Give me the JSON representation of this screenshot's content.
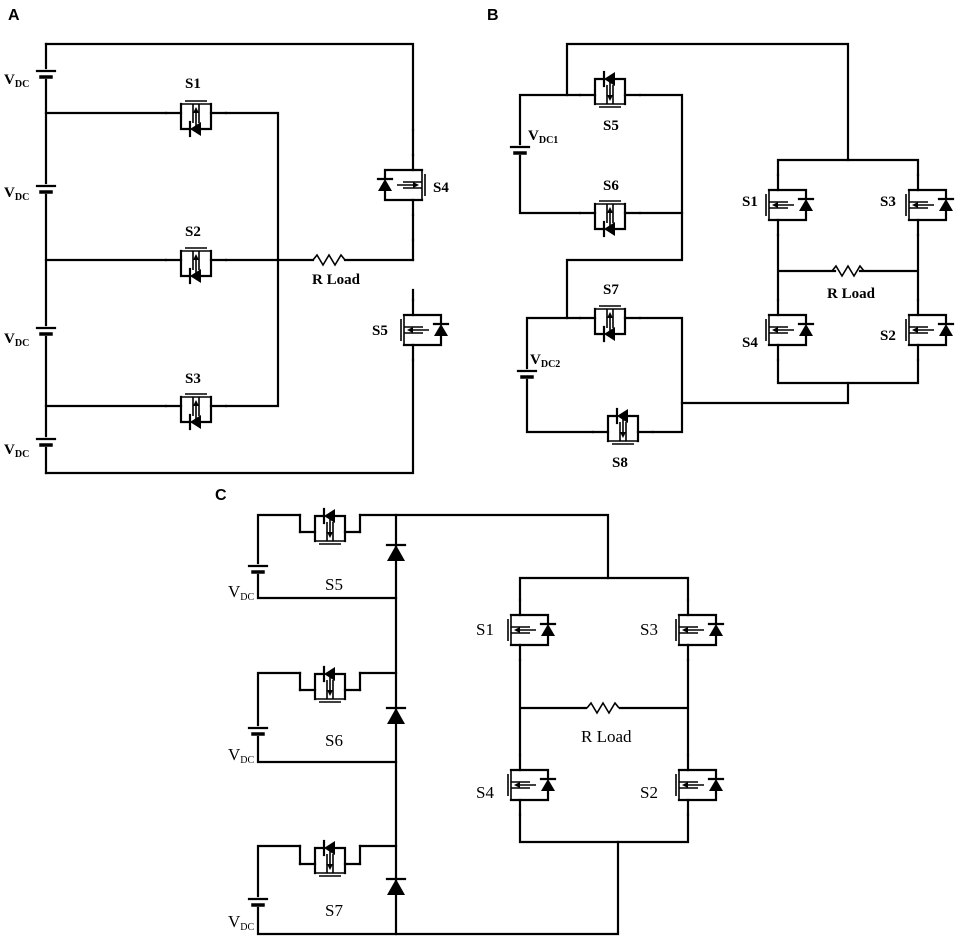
{
  "panels": {
    "a": {
      "label": "A",
      "vdc": "V",
      "vdc_sub": "DC",
      "switches": [
        "S1",
        "S2",
        "S3",
        "S4",
        "S5"
      ],
      "load": "R Load"
    },
    "b": {
      "label": "B",
      "vdc1": "V",
      "vdc1_sub": "DC1",
      "vdc2": "V",
      "vdc2_sub": "DC2",
      "switches": [
        "S1",
        "S2",
        "S3",
        "S4",
        "S5",
        "S6",
        "S7",
        "S8"
      ],
      "load": "R Load"
    },
    "c": {
      "label": "C",
      "vdc": "V",
      "vdc_sub": "DC",
      "switches": [
        "S1",
        "S2",
        "S3",
        "S4",
        "S5",
        "S6",
        "S7"
      ],
      "load": "R Load"
    }
  }
}
